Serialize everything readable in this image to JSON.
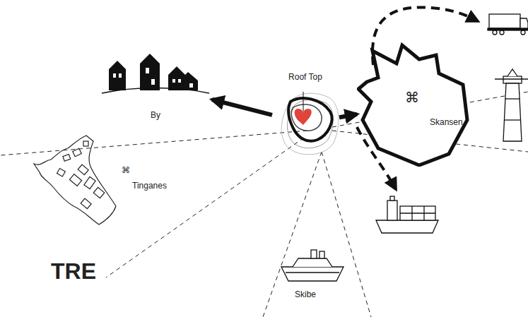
{
  "diagram": {
    "nodes": [
      {
        "text": [
          "Roof Top"
        ]
      },
      {
        "text": [
          "By"
        ]
      },
      {
        "text": [
          "⌘"
        ]
      }
    ],
    "edges": [
      {
        "from": 0,
        "to": 1,
        "arrow": "to"
      },
      {
        "from": 0,
        "to": 2,
        "arrow": "to"
      }
    ],
    "labels": [
      "⌘",
      "Tinganes",
      "Skansen",
      "Skibe",
      "TRE"
    ]
  }
}
